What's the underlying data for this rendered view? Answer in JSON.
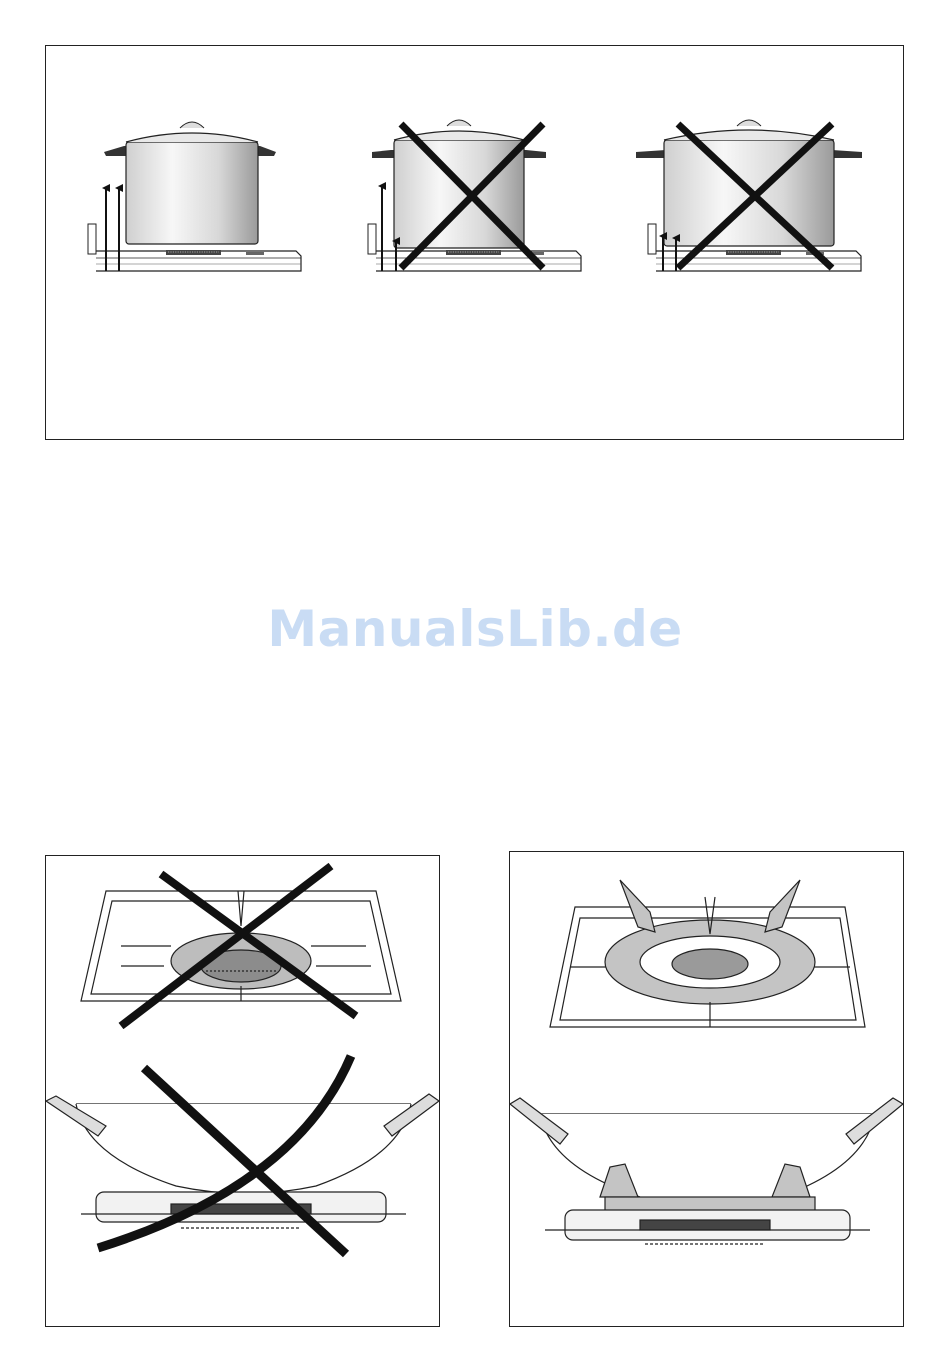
{
  "watermark": {
    "text": "ManualsLib.de",
    "color": "#c9dcf4"
  },
  "figures": {
    "pot_placement": [
      {
        "name": "pot-centered",
        "prohibited": false
      },
      {
        "name": "pot-small-base",
        "prohibited": true
      },
      {
        "name": "pot-offset",
        "prohibited": true
      }
    ],
    "wok_without_ring": {
      "prohibited": true
    },
    "wok_with_ring": {
      "prohibited": false
    }
  },
  "colors": {
    "line": "#1a1a1a",
    "cross": "#111111",
    "ring": "#c4c4c4"
  }
}
